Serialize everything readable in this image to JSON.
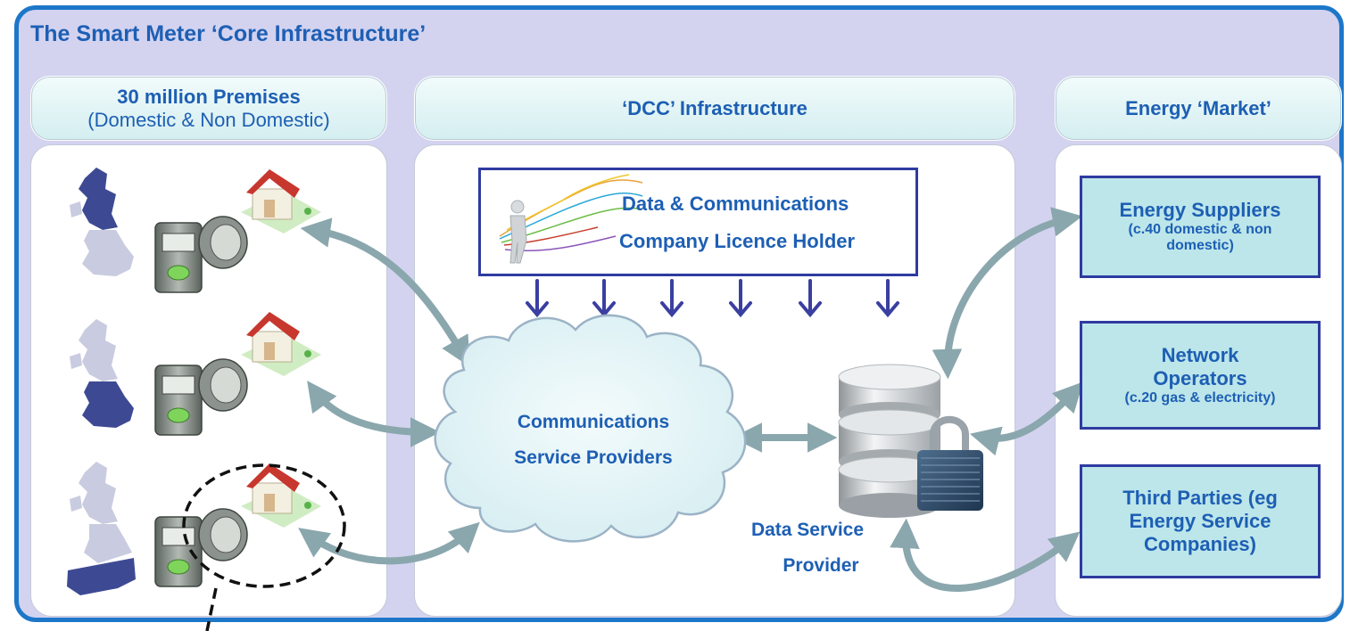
{
  "title": "The Smart Meter ‘Core Infrastructure’",
  "columns": {
    "premises": {
      "title": "30 million Premises",
      "subtitle": "(Domestic & Non Domestic)"
    },
    "dcc": {
      "title": "‘DCC’ Infrastructure"
    },
    "market": {
      "title": "Energy ‘Market’"
    }
  },
  "dcc_licence": {
    "line1": "Data & Communications",
    "line2": "Company Licence Holder"
  },
  "cloud": {
    "line1": "Communications",
    "line2": "Service Providers"
  },
  "data_service": {
    "line1": "Data Service",
    "line2": "Provider"
  },
  "market_boxes": [
    {
      "title_lines": [
        "Energy Suppliers"
      ],
      "sub_lines": [
        "(c.40 domestic & non",
        "domestic)"
      ]
    },
    {
      "title_lines": [
        "Network",
        "Operators"
      ],
      "sub_lines": [
        "(c.20 gas & electricity)"
      ]
    },
    {
      "title_lines": [
        "Third Parties (eg",
        "Energy Service",
        "Companies)"
      ],
      "sub_lines": []
    }
  ],
  "icons": {
    "uk_map": "uk-map-icon",
    "house": "house-icon",
    "meter": "smart-meter-icon",
    "database": "database-icon",
    "padlock": "padlock-icon",
    "person_cables": "person-cables-icon"
  },
  "colors": {
    "frame_border": "#1d77c9",
    "frame_fill": "#d3d3f0",
    "text_blue": "#1d5fb4",
    "box_border": "#2e3ba0",
    "market_fill": "#bde6ea",
    "arrow_grey": "#8aa7ad",
    "map_highlight": "#3d4a93",
    "map_light": "#c9cbe0"
  }
}
